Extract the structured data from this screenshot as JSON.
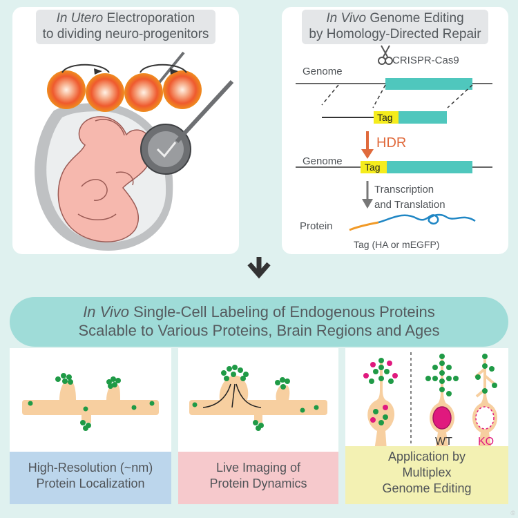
{
  "top_left": {
    "title_line1_italic": "In Utero",
    "title_line1_rest": " Electroporation",
    "title_line2": "to dividing neuro-progenitors"
  },
  "top_right": {
    "title_line1_italic": "In Vivo",
    "title_line1_rest": " Genome Editing",
    "title_line2": "by Homology-Directed Repair",
    "crispr_label": "CRISPR-Cas9",
    "genome_label": "Genome",
    "tag_label": "Tag",
    "hdr_label": "HDR",
    "genome_label_2": "Genome",
    "tag_label_2": "Tag",
    "transcription_line1": "Transcription",
    "transcription_line2": "and Translation",
    "protein_label": "Protein",
    "tag_note": "Tag (HA or mEGFP)"
  },
  "banner": {
    "line1_italic": "In Vivo",
    "line1_rest": " Single-Cell Labeling of Endogenous Proteins",
    "line2": "Scalable to Various Proteins, Brain Regions and Ages"
  },
  "bottom": [
    {
      "caption_line1": "High-Resolution (~nm)",
      "caption_line2": "Protein Localization",
      "color": "#bcd6ec"
    },
    {
      "caption_line1": "Live Imaging of",
      "caption_line2": "Protein Dynamics",
      "color": "#f6c9cc"
    },
    {
      "caption_line1": "Application by",
      "caption_line2": "Multiplex",
      "caption_line3": "Genome Editing",
      "color": "#f3f1b3",
      "wt_label": "WT",
      "ko_label": "KO"
    }
  ],
  "watermark": "©",
  "colors": {
    "teal_gene": "#4fc7bd",
    "tag_yellow": "#f5ec1c",
    "hdr_red": "#e06a3c",
    "label_green": "#1f9a46",
    "magenta": "#e0197e",
    "dendrite": "#f7cfa0"
  }
}
